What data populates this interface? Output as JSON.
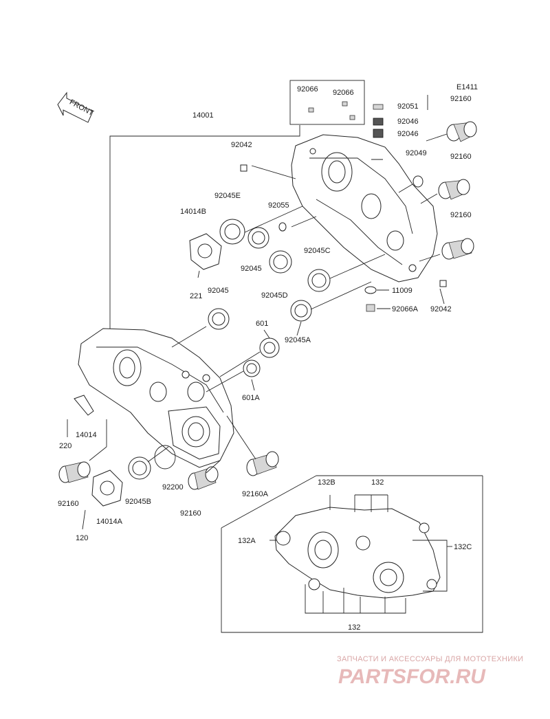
{
  "diagram": {
    "code": "E1411",
    "front_label": "FRONT",
    "parts": {
      "p14001": "14001",
      "p92066a": "92066",
      "p92066b": "92066",
      "p92051": "92051",
      "p92046a": "92046",
      "p92046b": "92046",
      "p92160a": "92160",
      "p92160b": "92160",
      "p92160c": "92160",
      "p92049": "92049",
      "p92042a": "92042",
      "p92042b": "92042",
      "p92045E": "92045E",
      "p14014B": "14014B",
      "p92055": "92055",
      "p92045a": "92045",
      "p92045C": "92045C",
      "p221": "221",
      "p92045b": "92045",
      "p92045D": "92045D",
      "p11009": "11009",
      "p92066A": "92066A",
      "p601": "601",
      "p92045A": "92045A",
      "p601A": "601A",
      "p14014": "14014",
      "p220": "220",
      "p92160d": "92160",
      "p14014A": "14014A",
      "p92045B": "92045B",
      "p92200": "92200",
      "p92160e": "92160",
      "p92160A": "92160A",
      "p120": "120",
      "p132B": "132B",
      "p132top": "132",
      "p132A": "132A",
      "p132C": "132C",
      "p132bottom": "132"
    },
    "watermark": {
      "caption": "ЗАПЧАСТИ И АКСЕССУАРЫ ДЛЯ МОТОТЕХНИКИ",
      "logo": "PARTSFOR.RU"
    }
  }
}
